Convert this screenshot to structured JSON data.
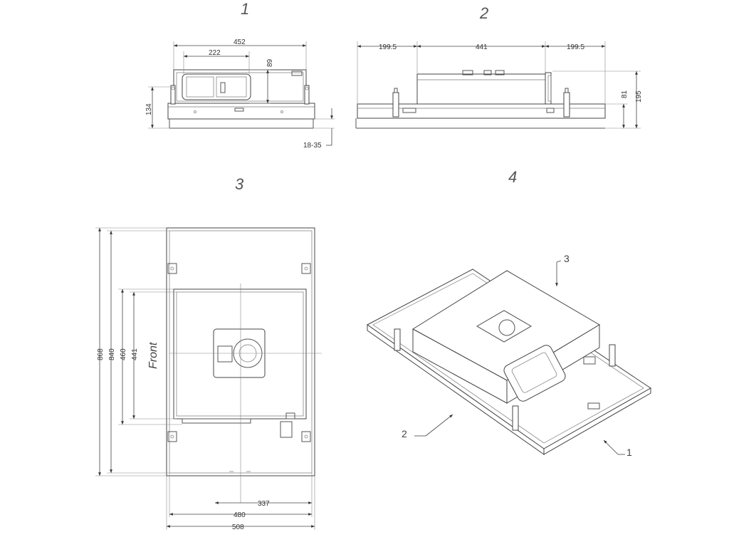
{
  "views": [
    {
      "number": "1"
    },
    {
      "number": "2"
    },
    {
      "number": "3"
    },
    {
      "number": "4"
    }
  ],
  "view1": {
    "dims": {
      "width_total": "452",
      "width_inner": "222",
      "height_inner": "89",
      "height_total": "134",
      "ceiling_range": "18-35"
    }
  },
  "view2": {
    "dims": {
      "left": "199.5",
      "center": "441",
      "right": "199.5",
      "height_upper": "81",
      "height_total": "195"
    }
  },
  "view3": {
    "front_label": "Front",
    "dims": {
      "h_868": "868",
      "h_840": "840",
      "h_460": "460",
      "h_441": "441",
      "w_337": "337",
      "w_480": "480",
      "w_508": "508"
    }
  },
  "view4": {
    "callouts": [
      "3",
      "2",
      "1"
    ]
  },
  "colors": {
    "line": "#555555",
    "dimension": "#444444",
    "background": "#ffffff"
  }
}
